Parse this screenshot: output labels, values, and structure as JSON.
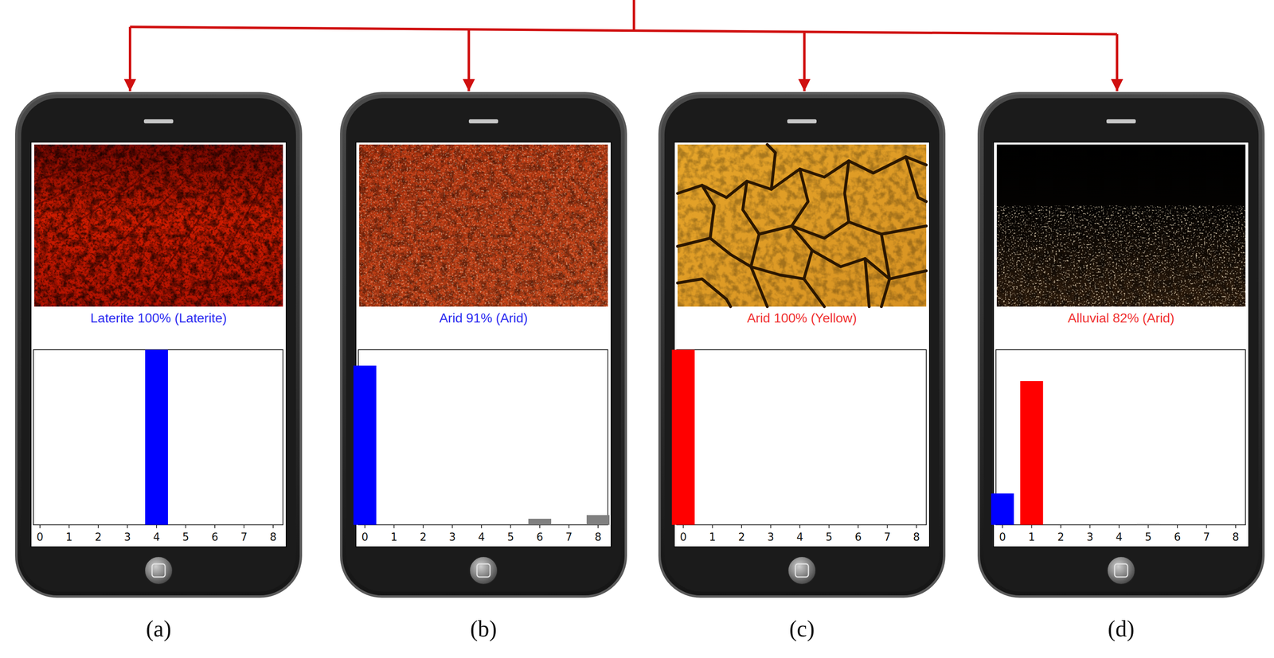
{
  "diagram": {
    "nodes": [
      {
        "text": [
          "Laterite 100% (Laterite)"
        ]
      },
      {
        "text": [
          "Arid 91% (Arid)"
        ]
      },
      {
        "text": [
          "Arid 100% (Yellow)"
        ]
      },
      {
        "text": [
          "Alluvial 82% (Arid)"
        ]
      }
    ],
    "labels": [
      "0",
      "1",
      "2",
      "3",
      "4",
      "5",
      "6",
      "7",
      "8",
      "0",
      "1",
      "2",
      "3",
      "4",
      "5",
      "6",
      "7",
      "8",
      "0",
      "1",
      "2",
      "3",
      "4",
      "5",
      "6",
      "7",
      "8",
      "0",
      "1",
      "2",
      "3",
      "4",
      "5",
      "6",
      "7",
      "8",
      "(a)",
      "(b)",
      "(c)",
      "(d)"
    ]
  }
}
